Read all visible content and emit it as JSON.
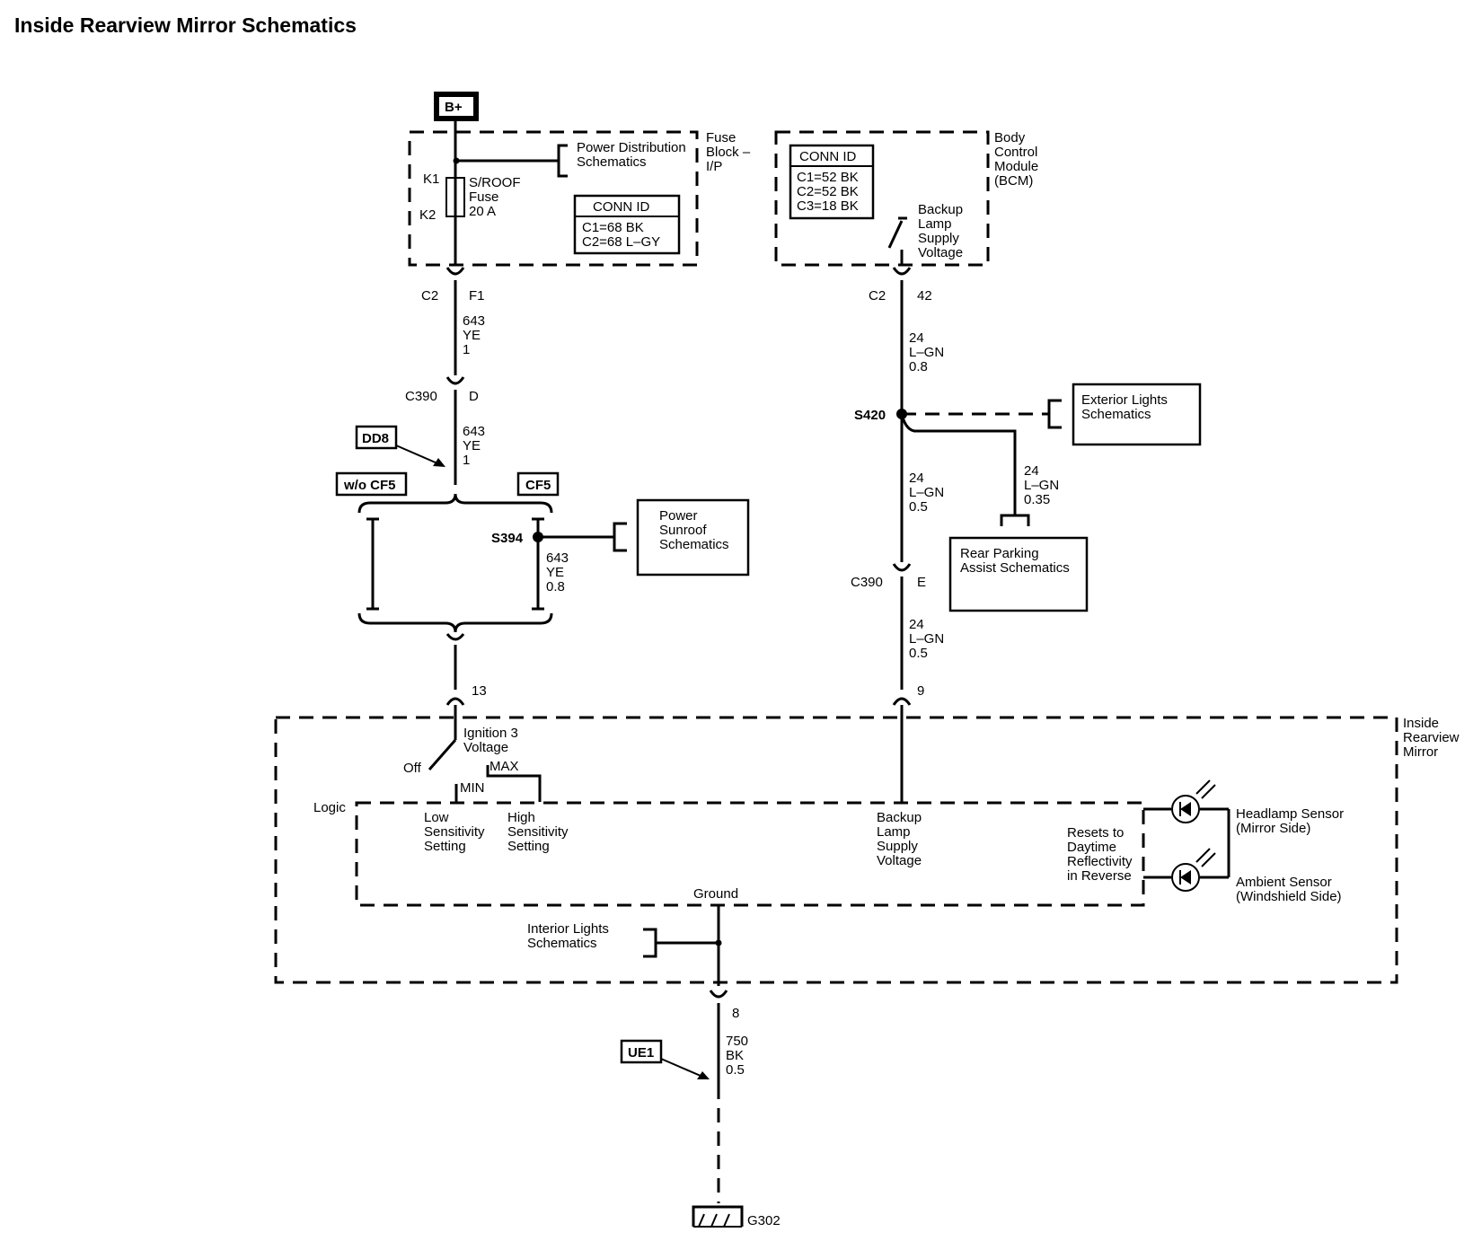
{
  "title": "Inside Rearview Mirror Schematics",
  "power": {
    "bplus": "B+"
  },
  "fuse_block": {
    "label": [
      "Fuse",
      "Block –",
      "I/P"
    ],
    "pds_ref": [
      "Power Distribution",
      "Schematics"
    ],
    "k1": "K1",
    "k2": "K2",
    "fuse": [
      "S/ROOF",
      "Fuse",
      "20 A"
    ],
    "conn_header": "CONN ID",
    "conn_rows": [
      "C1=68 BK",
      "C2=68 L–GY"
    ]
  },
  "bcm": {
    "label": [
      "Body",
      "Control",
      "Module",
      "(BCM)"
    ],
    "conn_header": "CONN ID",
    "conn_rows": [
      "C1=52 BK",
      "C2=52 BK",
      "C3=18 BK"
    ],
    "switch_label": [
      "Backup",
      "Lamp",
      "Supply",
      "Voltage"
    ]
  },
  "left_branch": {
    "c2": "C2",
    "f1": "F1",
    "wire1": [
      "643",
      "YE",
      "1"
    ],
    "c390": "C390",
    "d": "D",
    "wire2": [
      "643",
      "YE",
      "1"
    ],
    "dd8": "DD8",
    "wo_cf5": "w/o CF5",
    "cf5": "CF5",
    "s394": "S394",
    "wire3": [
      "643",
      "YE",
      "0.8"
    ],
    "sunroof_ref": [
      "Power",
      "Sunroof",
      "Schematics"
    ],
    "pin13": "13"
  },
  "right_branch": {
    "c2": "C2",
    "pin42": "42",
    "wire1": [
      "24",
      "L–GN",
      "0.8"
    ],
    "s420": "S420",
    "ext_ref": [
      "Exterior Lights",
      "Schematics"
    ],
    "wire_rpa": [
      "24",
      "L–GN",
      "0.35"
    ],
    "rpa_ref": [
      "Rear Parking",
      "Assist Schematics"
    ],
    "wire2": [
      "24",
      "L–GN",
      "0.5"
    ],
    "c390": "C390",
    "e": "E",
    "wire3": [
      "24",
      "L–GN",
      "0.5"
    ],
    "pin9": "9"
  },
  "mirror": {
    "label": [
      "Inside",
      "Rearview",
      "Mirror"
    ],
    "ign": [
      "Ignition 3",
      "Voltage"
    ],
    "off": "Off",
    "max": "MAX",
    "min": "MIN",
    "logic": "Logic",
    "low": [
      "Low",
      "Sensitivity",
      "Setting"
    ],
    "high": [
      "High",
      "Sensitivity",
      "Setting"
    ],
    "backup": [
      "Backup",
      "Lamp",
      "Supply",
      "Voltage"
    ],
    "resets": [
      "Resets to",
      "Daytime",
      "Reflectivity",
      "in Reverse"
    ],
    "headlamp": [
      "Headlamp Sensor",
      "(Mirror Side)"
    ],
    "ambient": [
      "Ambient Sensor",
      "(Windshield Side)"
    ],
    "ground": "Ground",
    "interior_ref": [
      "Interior Lights",
      "Schematics"
    ]
  },
  "ground_circuit": {
    "pin8": "8",
    "ue1": "UE1",
    "wire": [
      "750",
      "BK",
      "0.5"
    ],
    "g302": "G302"
  }
}
